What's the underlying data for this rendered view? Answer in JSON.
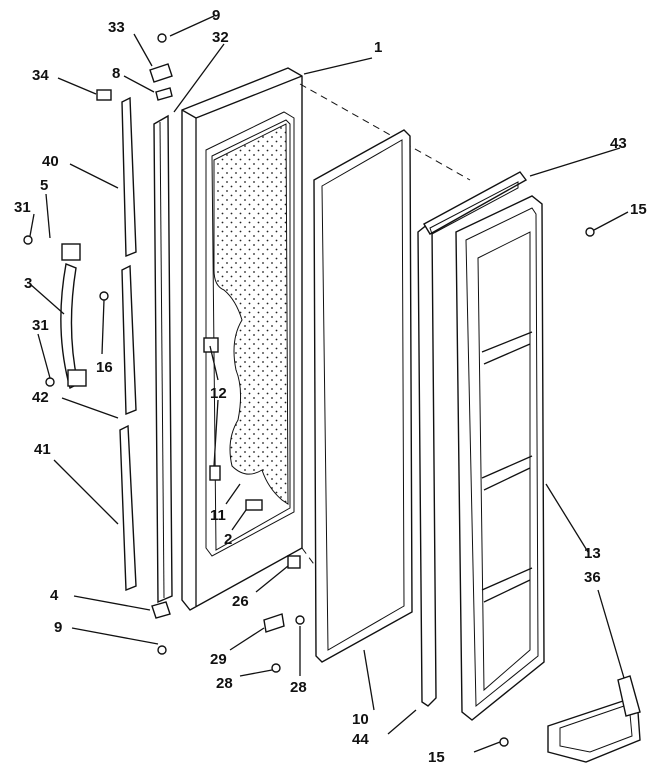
{
  "callouts": [
    {
      "id": "c1",
      "text": "1"
    },
    {
      "id": "c2",
      "text": "2"
    },
    {
      "id": "c3",
      "text": "3"
    },
    {
      "id": "c4",
      "text": "4"
    },
    {
      "id": "c5",
      "text": "5"
    },
    {
      "id": "c8",
      "text": "8"
    },
    {
      "id": "c9a",
      "text": "9"
    },
    {
      "id": "c9b",
      "text": "9"
    },
    {
      "id": "c10",
      "text": "10"
    },
    {
      "id": "c11",
      "text": "11"
    },
    {
      "id": "c12",
      "text": "12"
    },
    {
      "id": "c13",
      "text": "13"
    },
    {
      "id": "c15a",
      "text": "15"
    },
    {
      "id": "c15b",
      "text": "15"
    },
    {
      "id": "c16",
      "text": "16"
    },
    {
      "id": "c26",
      "text": "26"
    },
    {
      "id": "c28a",
      "text": "28"
    },
    {
      "id": "c28b",
      "text": "28"
    },
    {
      "id": "c29",
      "text": "29"
    },
    {
      "id": "c31a",
      "text": "31"
    },
    {
      "id": "c31b",
      "text": "31"
    },
    {
      "id": "c32",
      "text": "32"
    },
    {
      "id": "c33",
      "text": "33"
    },
    {
      "id": "c34",
      "text": "34"
    },
    {
      "id": "c36",
      "text": "36"
    },
    {
      "id": "c40",
      "text": "40"
    },
    {
      "id": "c41",
      "text": "41"
    },
    {
      "id": "c42",
      "text": "42"
    },
    {
      "id": "c43",
      "text": "43"
    },
    {
      "id": "c44",
      "text": "44"
    }
  ]
}
